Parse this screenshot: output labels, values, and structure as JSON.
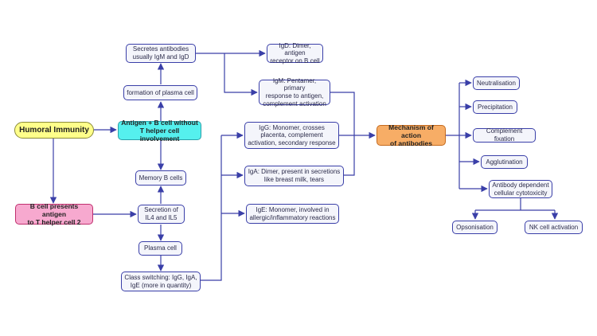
{
  "colors": {
    "line": "#3a3fa8",
    "box_border": "#3a3fa8",
    "box_fill": "#f4f5fb"
  },
  "nodes": {
    "humoral": "Humoral Immunity",
    "bcell_antigen": "B cell presents antigen\nto T helper cell 2",
    "antigen_bcell": "Antigen + B cell without\nT helper cell involvement",
    "secretes": "Secretes antibodies\nusually IgM and IgD",
    "formation": "formation of plasma cell",
    "memory": "Memory B cells",
    "secretion": "Secretion of\nIL4 and IL5",
    "plasma": "Plasma cell",
    "class_switch": "Class switching: IgG, IgA,\nIgE (more in quantity)",
    "igd": "IgD: Dimer, antigen\nreceptor on B cell",
    "igm": "IgM: Pentamer, primary\nresponse to antigen,\ncomplement activation",
    "igg": "IgG: Monomer, crosses\nplacenta, complement\nactivation, secondary response",
    "iga": "IgA: Dimer, present in secretions\nlike breast milk, tears",
    "ige": "IgE: Monomer, involved in\nallergic/inflammatory reactions",
    "mechanism": "Mechanism of action\nof antibodies",
    "neutralisation": "Neutralisation",
    "precipitation": "Precipitation",
    "complement": "Complement fixation",
    "agglutination": "Agglutination",
    "adcc": "Antibody dependent\ncellular cytotoxicity",
    "opsonisation": "Opsonisation",
    "nk": "NK cell activation"
  }
}
